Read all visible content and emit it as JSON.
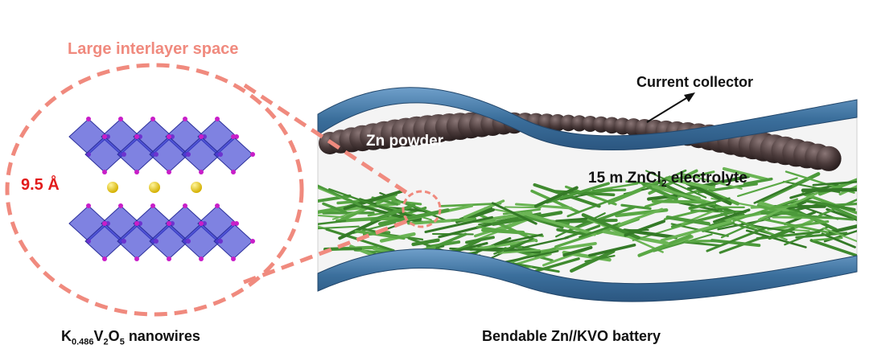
{
  "labels": {
    "interlayer": "Large interlayer space",
    "spacing": "9.5 Å",
    "zn_powder": "Zn powder",
    "electrolyte_prefix": "15 m ZnCl",
    "electrolyte_sub": "2",
    "electrolyte_suffix": " electrolyte",
    "current_collector": "Current collector"
  },
  "captions": {
    "kvo": {
      "k": "K",
      "k_sub": "0.486",
      "v": "V",
      "v_sub": "2",
      "o": "O",
      "o_sub": "5",
      "suffix": " nanowires"
    },
    "battery": "Bendable Zn//KVO battery"
  },
  "colors": {
    "callout": "#f08a7e",
    "spacing_text": "#e21b1b",
    "collector": "#3b6f9c",
    "zn_powder": "#4a3a3a",
    "nanowires": "#4c9a3b",
    "polyhedra": "#3a3fd1",
    "oxygen_atoms": "#c81ec8",
    "k_atoms": "#f2d21a"
  }
}
